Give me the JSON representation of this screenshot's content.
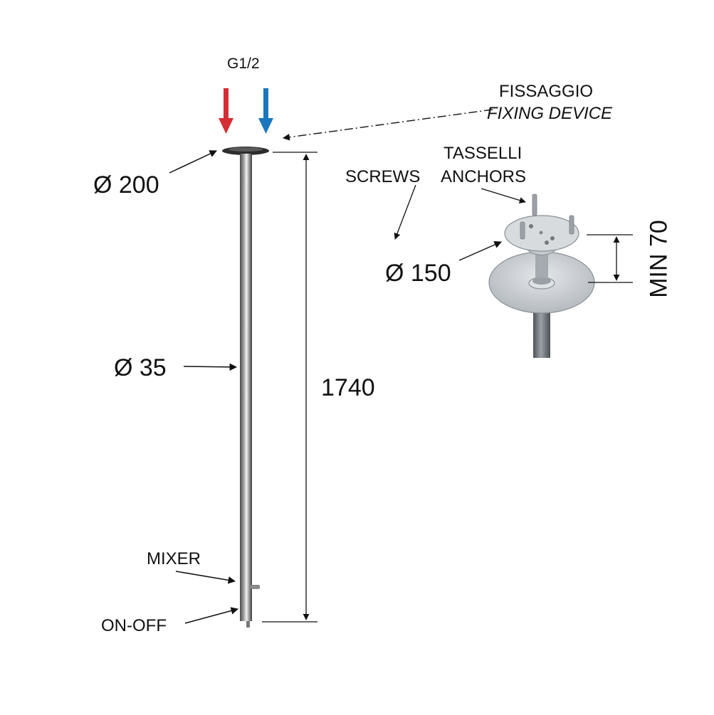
{
  "labels": {
    "inlet": "G1/2",
    "fixing_it": "FISSAGGIO",
    "fixing_en": "FIXING DEVICE",
    "diameter_top": "Ø 200",
    "diameter_bar": "Ø 35",
    "height": "1740",
    "mixer": "MIXER",
    "on_off": "ON-OFF",
    "tasselli": "TASSELLI",
    "screws": "SCREWS",
    "anchors": "ANCHORS",
    "diameter_plate": "Ø 150",
    "min_depth": "MIN 70"
  },
  "colors": {
    "hot_arrow": "#d42d35",
    "cold_arrow": "#1a76bd",
    "line": "#111111",
    "steel": "#6f6f6f",
    "plate": "#c9cdd1"
  }
}
